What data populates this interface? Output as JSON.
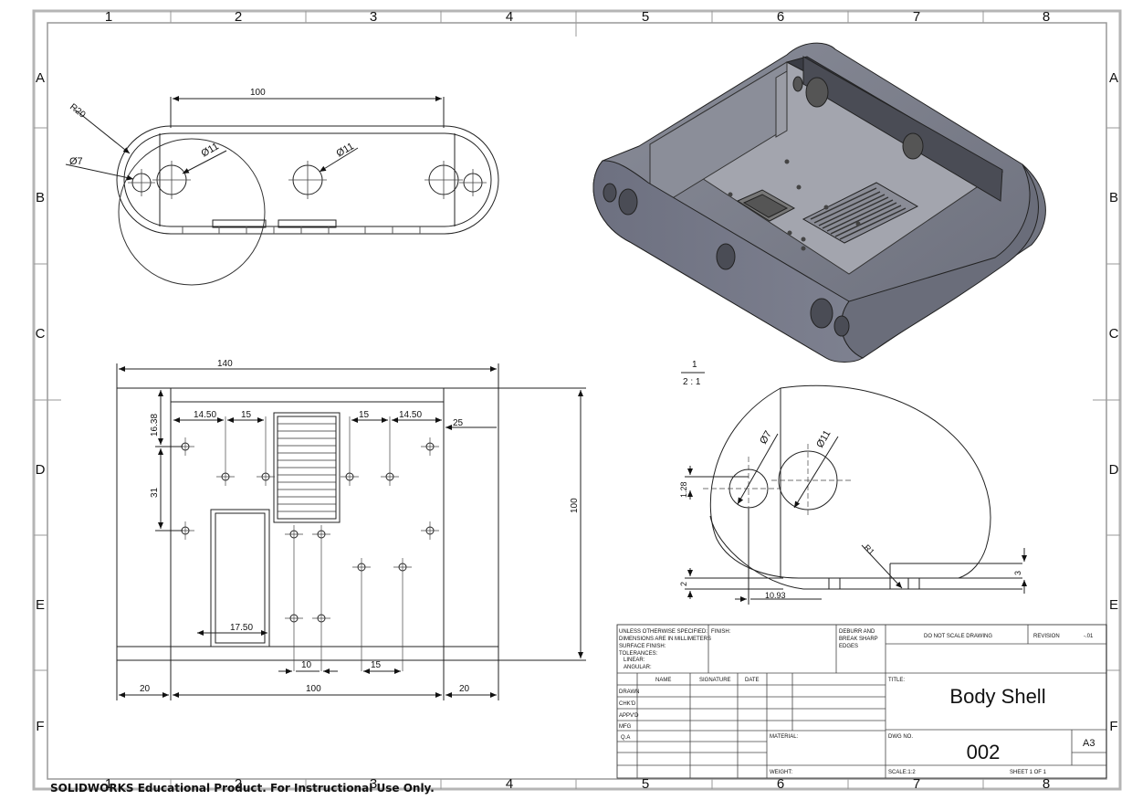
{
  "sheet": {
    "col_labels": [
      "1",
      "2",
      "3",
      "4",
      "5",
      "6",
      "7",
      "8"
    ],
    "row_labels": [
      "A",
      "B",
      "C",
      "D",
      "E",
      "F"
    ]
  },
  "top_view": {
    "dim_length": "100",
    "dim_radius": "R20",
    "dim_small_hole": "Ø7",
    "dim_hole_a": "Ø11",
    "dim_hole_b": "Ø11"
  },
  "bottom_view": {
    "dim_overall": "140",
    "dim_left_edge": "14.50",
    "dim_left_spacing": "15",
    "dim_right_spacing": "15",
    "dim_right_edge": "14.50",
    "dim_right_offset": "25",
    "dim_top_offset": "16.38",
    "dim_hole_span": "31",
    "dim_height": "100",
    "dim_slot_width": "17.50",
    "dim_pair_a": "10",
    "dim_pair_b": "15",
    "dim_left_margin": "20",
    "dim_center": "100",
    "dim_right_margin": "20"
  },
  "detail_view": {
    "scale_num": "1",
    "scale_den": "2 : 1",
    "dim_small_hole": "Ø7",
    "dim_large_hole": "Ø11",
    "dim_hole_height": "1.28",
    "dim_radius": "R1",
    "dim_lip": "3",
    "dim_base": "2",
    "dim_offset": "10.93"
  },
  "title_block": {
    "notes": [
      "UNLESS OTHERWISE SPECIFIED:",
      "DIMENSIONS ARE IN MILLIMETERS",
      "SURFACE FINISH:",
      "TOLERANCES:",
      "LINEAR:",
      "ANGULAR:"
    ],
    "finish_label": "FINISH:",
    "deburr": [
      "DEBURR AND",
      "BREAK SHARP",
      "EDGES"
    ],
    "do_not_scale": "DO NOT SCALE DRAWING",
    "revision_label": "REVISION",
    "revision_value": "-.01",
    "col_name": "NAME",
    "col_signature": "SIGNATURE",
    "col_date": "DATE",
    "rows": [
      "DRAWN",
      "CHK'D",
      "APPV'D",
      "MFG",
      "Q.A"
    ],
    "title_label": "TITLE:",
    "title": "Body Shell",
    "material_label": "MATERIAL:",
    "dwg_no_label": "DWG NO.",
    "dwg_no": "002",
    "sheet_size": "A3",
    "weight_label": "WEIGHT:",
    "scale_label": "SCALE:1:2",
    "sheet_label": "SHEET 1 OF 1"
  },
  "watermark": "SOLIDWORKS Educational Product. For Instructional Use Only."
}
